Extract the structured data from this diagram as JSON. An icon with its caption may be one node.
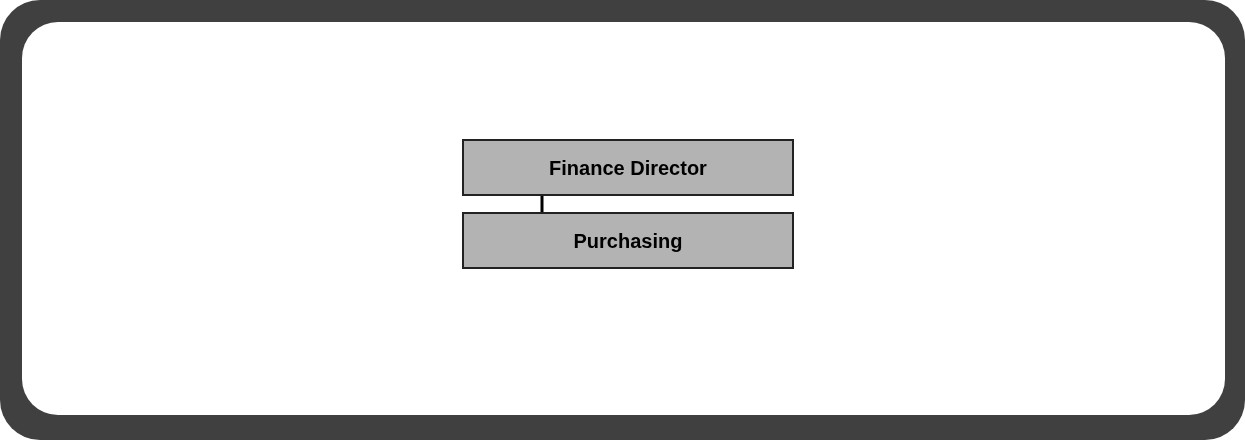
{
  "diagram": {
    "nodes": [
      {
        "text": [
          "Finance Director"
        ]
      },
      {
        "text": [
          "Purchasing"
        ]
      }
    ],
    "edges": [
      {
        "from": 0,
        "to": 1,
        "arrow": "none"
      }
    ]
  }
}
